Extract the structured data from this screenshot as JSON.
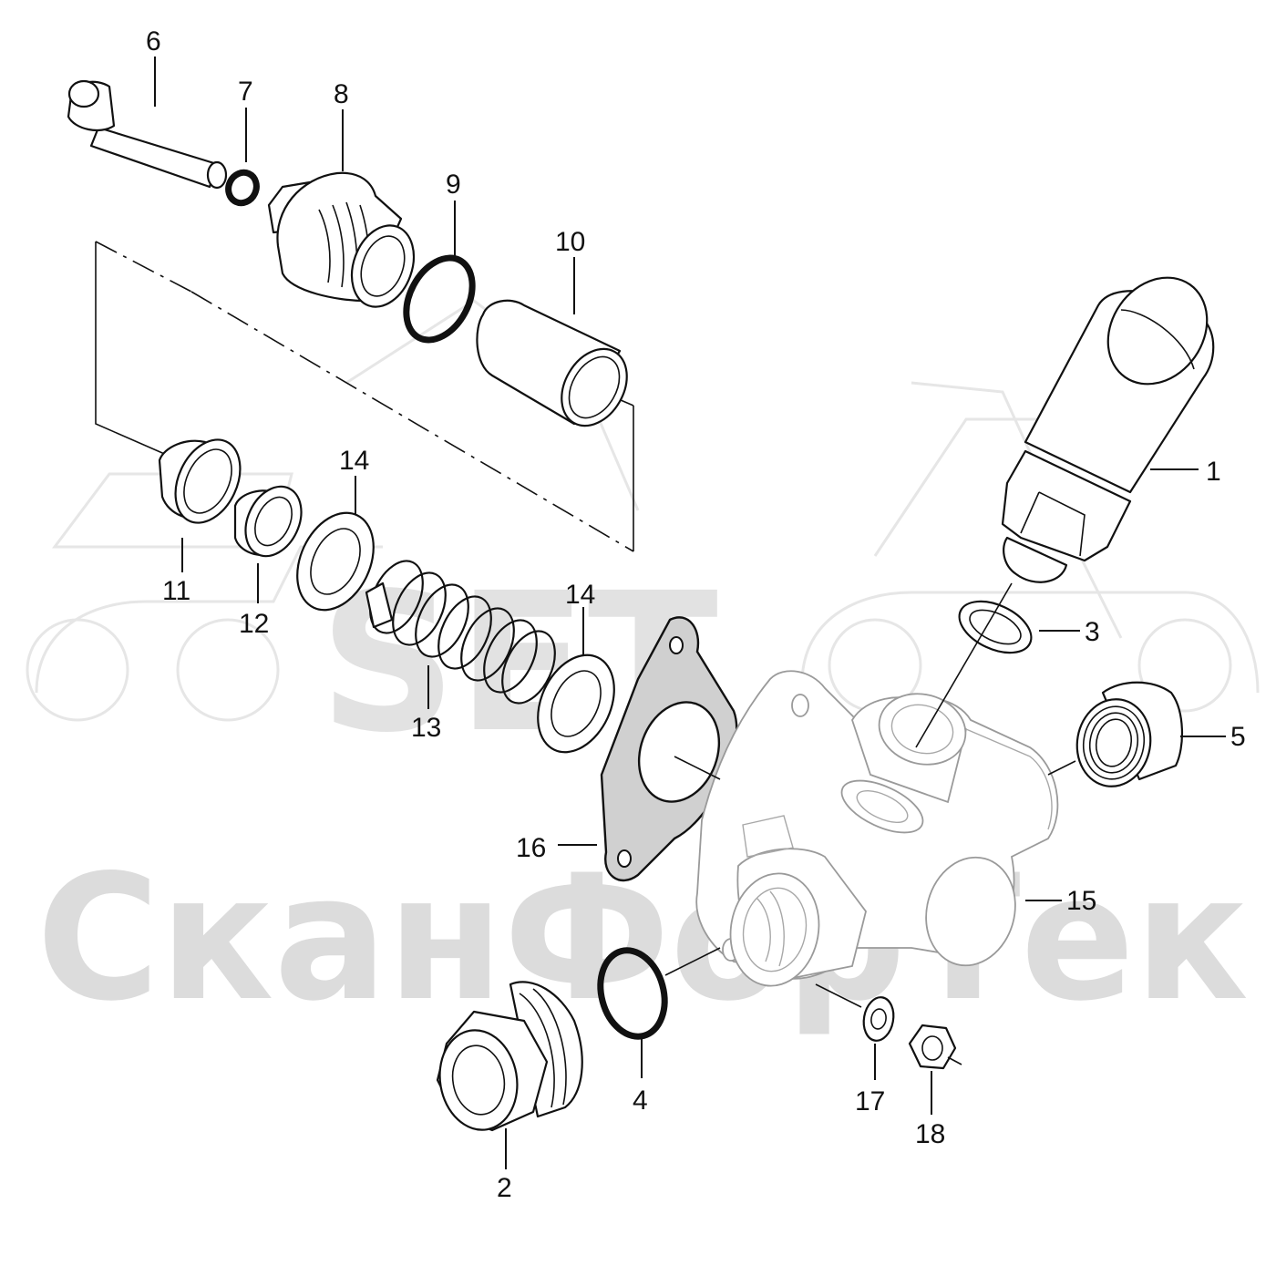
{
  "watermark": {
    "logo": "SET",
    "brand": "СканФорТек"
  },
  "callouts": [
    {
      "id": "1",
      "label": "1"
    },
    {
      "id": "2",
      "label": "2"
    },
    {
      "id": "3",
      "label": "3"
    },
    {
      "id": "4",
      "label": "4"
    },
    {
      "id": "5",
      "label": "5"
    },
    {
      "id": "6",
      "label": "6"
    },
    {
      "id": "7",
      "label": "7"
    },
    {
      "id": "8",
      "label": "8"
    },
    {
      "id": "9",
      "label": "9"
    },
    {
      "id": "10",
      "label": "10"
    },
    {
      "id": "11",
      "label": "11"
    },
    {
      "id": "12",
      "label": "12"
    },
    {
      "id": "13",
      "label": "13"
    },
    {
      "id": "14a",
      "label": "14"
    },
    {
      "id": "14b",
      "label": "14"
    },
    {
      "id": "15",
      "label": "15"
    },
    {
      "id": "16",
      "label": "16"
    },
    {
      "id": "17",
      "label": "17"
    },
    {
      "id": "18",
      "label": "18"
    }
  ]
}
